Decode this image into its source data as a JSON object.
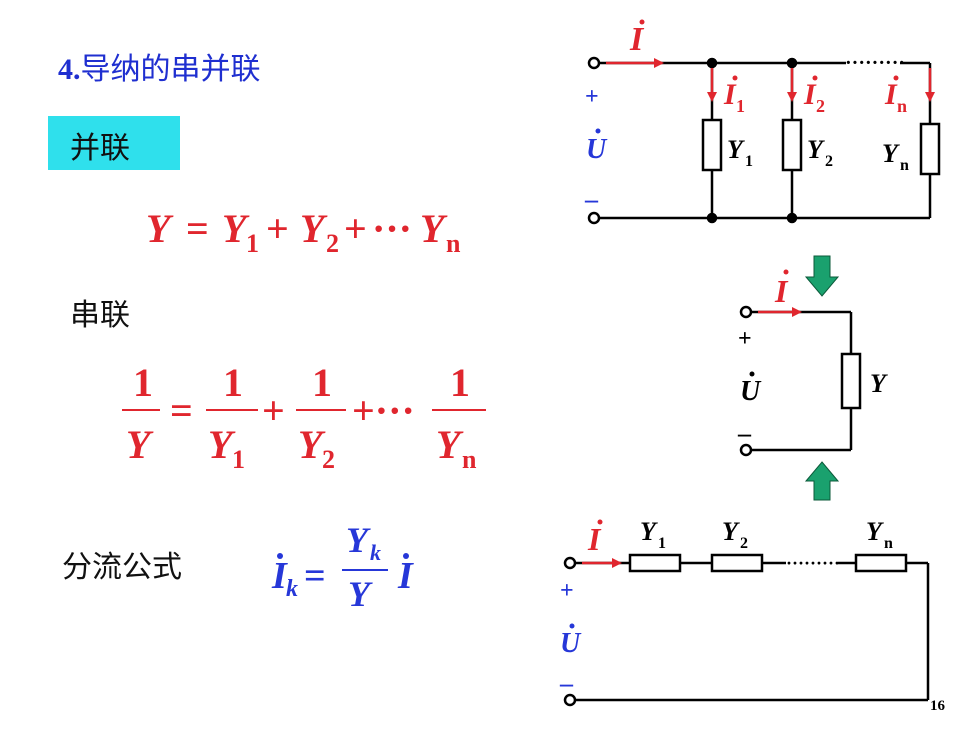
{
  "title": {
    "num": "4.",
    "text": "导纳的串并联"
  },
  "labels": {
    "parallel": "并联",
    "series": "串联",
    "current_divider": "分流公式"
  },
  "formulas": {
    "parallel": {
      "lhs": "Y",
      "eq": "=",
      "t1": "Y",
      "s1": "1",
      "p1": "+",
      "t2": "Y",
      "s2": "2",
      "p2": "+",
      "dots": "···",
      "tn": "Y",
      "sn": "n"
    },
    "series": {
      "one": "1",
      "lhs": "Y",
      "eq": "=",
      "d1": "Y",
      "s1": "1",
      "plus": "+",
      "d2": "Y",
      "s2": "2",
      "dots": "+···",
      "dn": "Y",
      "sn": "n"
    },
    "divider": {
      "i": "I",
      "k": "k",
      "eq": "=",
      "num": "Y",
      "numsub": "k",
      "den": "Y",
      "i2": "I"
    }
  },
  "circuit_parallel": {
    "current": "I",
    "plus": "+",
    "voltage": "U",
    "minus": "–",
    "ellipsis": "·········",
    "branches": [
      {
        "current": "I",
        "sub": "1",
        "admittance": "Y",
        "adm_sub": "1"
      },
      {
        "current": "I",
        "sub": "2",
        "admittance": "Y",
        "adm_sub": "2"
      },
      {
        "current": "I",
        "sub": "n",
        "admittance": "Y",
        "adm_sub": "n"
      }
    ]
  },
  "circuit_equivalent": {
    "current": "I",
    "plus": "+",
    "voltage": "U",
    "minus": "–",
    "admittance": "Y"
  },
  "circuit_series": {
    "current": "I",
    "plus": "+",
    "voltage": "U",
    "minus": "–",
    "ellipsis": "·········",
    "elements": [
      {
        "admittance": "Y",
        "sub": "1"
      },
      {
        "admittance": "Y",
        "sub": "2"
      },
      {
        "admittance": "Y",
        "sub": "n"
      }
    ]
  },
  "page_number": "16",
  "colors": {
    "title": "#1f2fd0",
    "formula": "#e0262e",
    "symbol_blue": "#2637d8",
    "arrow": "#e0262e",
    "down_arrow": "#1aa16e",
    "label_box": "#2fe0ec"
  }
}
